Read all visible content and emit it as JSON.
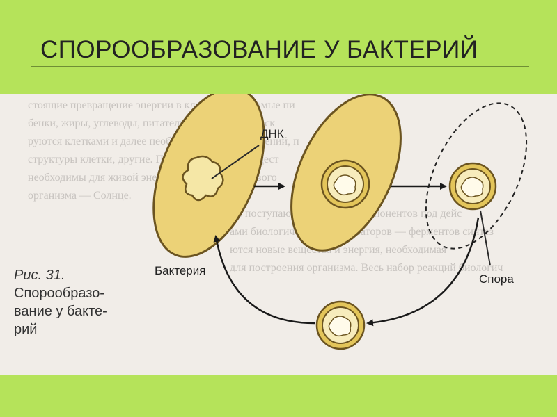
{
  "slide": {
    "title": "СПОРООБРАЗОВАНИЕ У БАКТЕРИЙ"
  },
  "figure": {
    "caption_label": "Рис. 31.",
    "caption_text": "Спорообразо-\nвание у бакте-\nрий",
    "labels": {
      "dna": "ДНК",
      "bacterium": "Бактерия",
      "spore": "Спора"
    }
  },
  "background_text": [
    "стоящие превращение энергии в клетке. Получаемые пи",
    "бенки, жиры, углеводы, питательные элементы раск",
    "руются клетками и далее необходимых им соединений, п",
    "структуры клетки, другие. Процессы синтеза вещест",
    "необходимы для живой энергии, которая для живого",
    "организма — Солнце.",
    "Из поступающих в клетку компонентов под дейс",
    "ами биологических катализаторов — ферментов синтез",
    "ются новые вещества и энергия, необходимая",
    "для построения организма. Весь набор реакций биологич"
  ],
  "colors": {
    "accent_green": "#b5e35a",
    "cell_fill": "#ecd277",
    "cell_outline": "#6b5420"
  }
}
